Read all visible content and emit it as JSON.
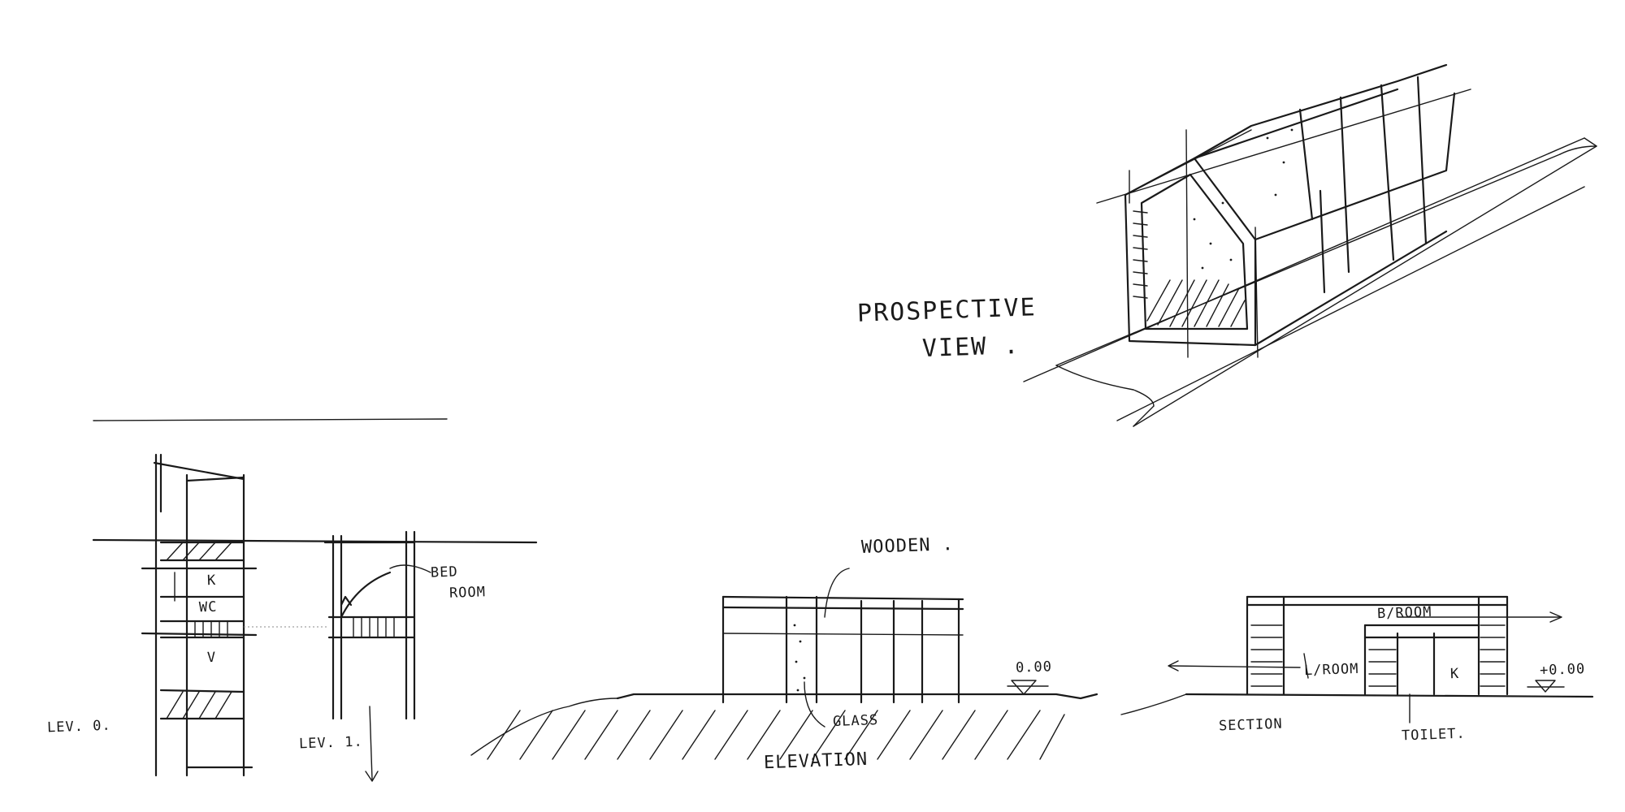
{
  "drawings": {
    "perspective": {
      "title_line1": "PROSPECTIVE",
      "title_line2": "VIEW ."
    },
    "plans": {
      "level0_label": "LEV. 0.",
      "level1_label": "LEV. 1.",
      "rooms": {
        "kitchen": "K",
        "wc": "WC",
        "living": "V",
        "bedroom_line1": "BED",
        "bedroom_line2": "ROOM"
      }
    },
    "elevation": {
      "title": "ELEVATION",
      "wooden": "WOODEN .",
      "glass": "GLASS",
      "level": "0.00"
    },
    "section": {
      "title": "SECTION",
      "bedroom": "B/ROOM",
      "living": "L/ROOM",
      "kitchen": "K",
      "toilet": "TOILET.",
      "level": "+0.00"
    }
  }
}
